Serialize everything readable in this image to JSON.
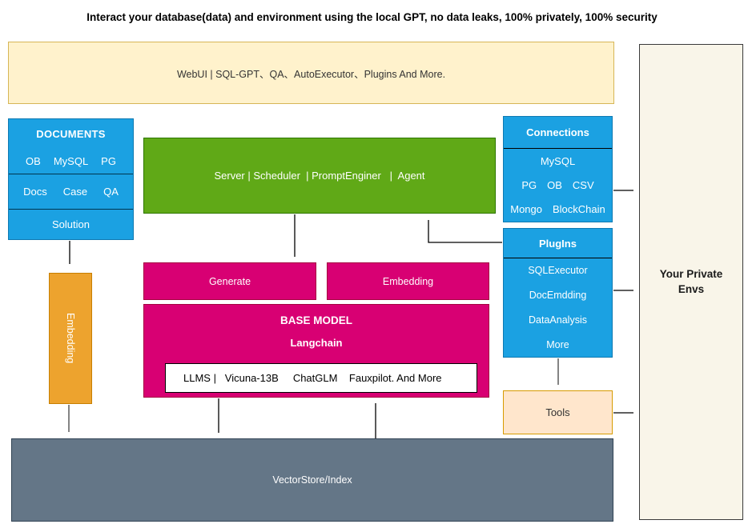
{
  "title": "Interact your database(data) and environment using the local GPT, no data leaks, 100% privately, 100% security",
  "webui": {
    "label": "WebUI | SQL-GPT、QA、AutoExecutor、Plugins And More."
  },
  "documents": {
    "title": "DOCUMENTS",
    "row1": [
      "OB",
      "MySQL",
      "PG"
    ],
    "row2": [
      "Docs",
      "Case",
      "QA"
    ],
    "solution": "Solution"
  },
  "server": {
    "label": "Server | Scheduler  | PromptEnginer   |  Agent"
  },
  "connections": {
    "title": "Connections",
    "row1": "MySQL",
    "row2": [
      "PG",
      "OB",
      "CSV"
    ],
    "row3": [
      "Mongo",
      "BlockChain"
    ]
  },
  "plugins": {
    "title": "PlugIns",
    "items": [
      "SQLExecutor",
      "DocEmdding",
      "DataAnalysis",
      "More"
    ]
  },
  "generate": {
    "label": "Generate"
  },
  "embedding_block": {
    "label": "Embedding"
  },
  "base_model": {
    "title": "BASE MODEL",
    "subtitle": "Langchain",
    "llms": "LLMS |   Vicuna-13B     ChatGLM    Fauxpilot. And More"
  },
  "embedding_pipeline": {
    "label": "Embedding"
  },
  "tools": {
    "label": "Tools"
  },
  "vectorstore": {
    "label": "VectorStore/Index"
  },
  "private_envs": {
    "label": "Your Private Envs"
  },
  "colors": {
    "blue_fill": "#1BA1E2",
    "green_fill": "#60A917",
    "pink_fill": "#D80073",
    "orange_fill": "#EDA32E",
    "webui_fill": "#FFF2CC",
    "tools_fill": "#FFE6CC",
    "vectorstore_fill": "#647687",
    "private_envs_fill": "#F9F5E9"
  }
}
